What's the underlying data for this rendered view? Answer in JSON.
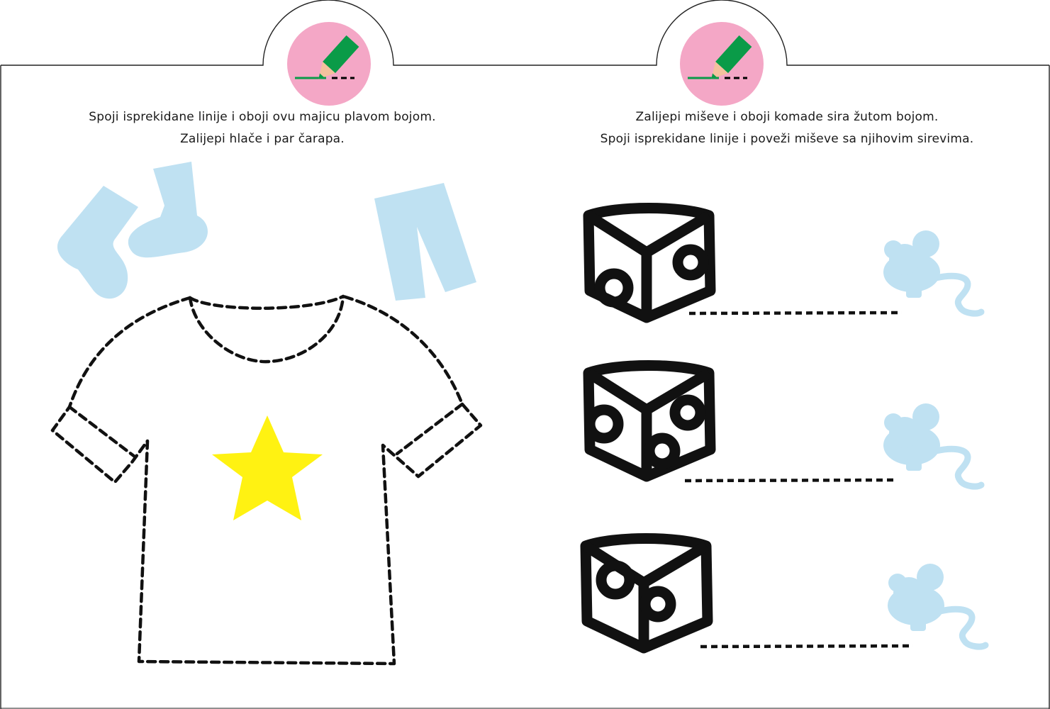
{
  "left_page": {
    "instruction_line_1": "Spoji isprekidane linije i oboji ovu majicu plavom bojom.",
    "instruction_line_2": "Zalijepi hlače i par čarapa.",
    "badge_icon": "pencil-icon",
    "sticker_items": [
      "sock-icon",
      "sock-icon",
      "pants-icon"
    ],
    "star_icon": "star-icon"
  },
  "right_page": {
    "instruction_line_1": "Zalijepi miševe i oboji komade sira žutom bojom.",
    "instruction_line_2": "Spoji isprekidane linije i poveži miševe sa njihovim sirevima.",
    "badge_icon": "pencil-icon",
    "cheese_icons": [
      "cheese-icon",
      "cheese-icon",
      "cheese-icon"
    ],
    "mouse_icons": [
      "mouse-icon",
      "mouse-icon",
      "mouse-icon"
    ]
  },
  "colors": {
    "badge_pink": "#f4a7c6",
    "pencil_green": "#0a9b48",
    "pencil_wood": "#f4c19e",
    "sticker_blue": "#bfe1f2",
    "star_yellow": "#fff212",
    "outline_black": "#111111"
  }
}
